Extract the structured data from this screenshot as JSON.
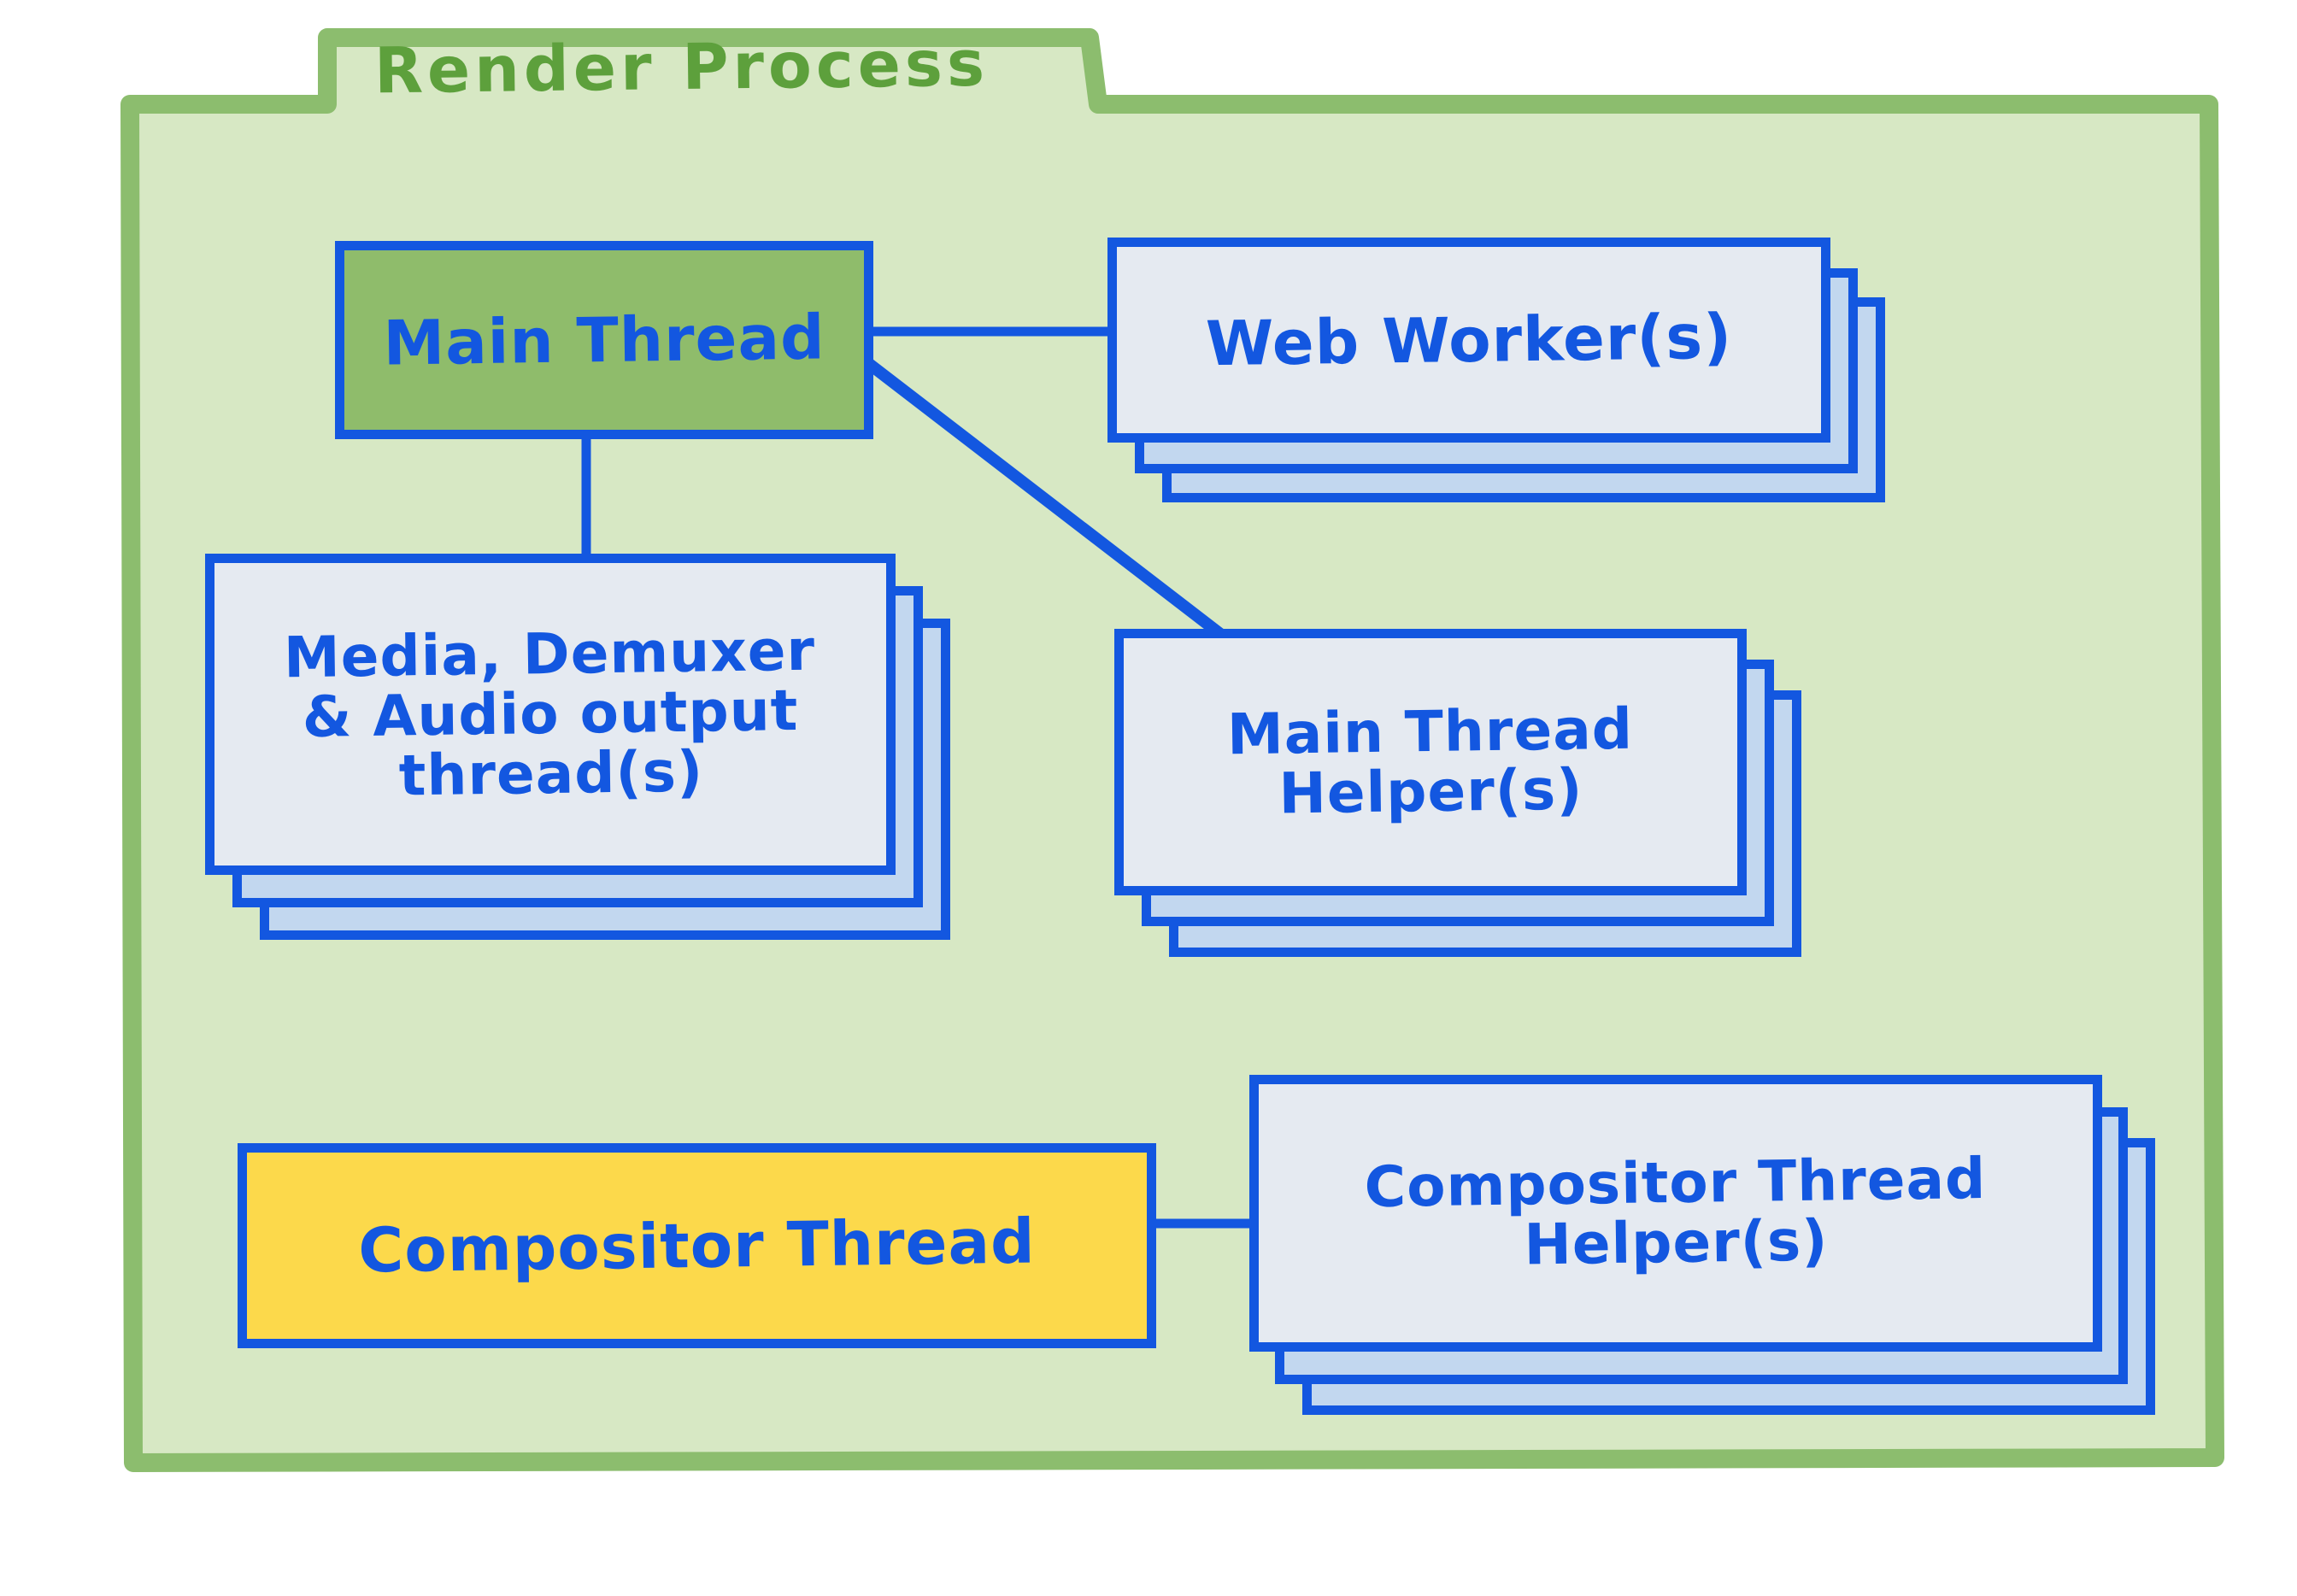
{
  "diagram": {
    "title": "Render Process",
    "colors": {
      "frame_border": "#8cbd6e",
      "frame_fill": "#d7e8c4",
      "node_border": "#1357e0",
      "node_fill": "#e5eaf1",
      "stack_fill": "#c2d7ef",
      "main_thread_fill": "#8fbc6b",
      "compositor_fill": "#fcd94b",
      "title_color": "#5da03c",
      "label_color": "#1357e0"
    },
    "nodes": [
      {
        "id": "main-thread",
        "label": "Main Thread",
        "lines": [
          "Main Thread"
        ],
        "fill": "#8fbc6b",
        "stacked": false,
        "stack_count": 1
      },
      {
        "id": "web-workers",
        "label": "Web Worker(s)",
        "lines": [
          "Web Worker(s)"
        ],
        "fill": "#e5eaf1",
        "stacked": true,
        "stack_count": 3
      },
      {
        "id": "media-demuxer-audio",
        "label": "Media, Demuxer & Audio output thread(s)",
        "lines": [
          "Media, Demuxer",
          "& Audio output",
          "thread(s)"
        ],
        "fill": "#e5eaf1",
        "stacked": true,
        "stack_count": 3
      },
      {
        "id": "main-thread-helpers",
        "label": "Main Thread Helper(s)",
        "lines": [
          "Main Thread",
          "Helper(s)"
        ],
        "fill": "#e5eaf1",
        "stacked": true,
        "stack_count": 3
      },
      {
        "id": "compositor-thread",
        "label": "Compositor Thread",
        "lines": [
          "Compositor Thread"
        ],
        "fill": "#fcd94b",
        "stacked": false,
        "stack_count": 1
      },
      {
        "id": "compositor-thread-helpers",
        "label": "Compositor Thread Helper(s)",
        "lines": [
          "Compositor Thread",
          "Helper(s)"
        ],
        "fill": "#e5eaf1",
        "stacked": true,
        "stack_count": 3
      }
    ],
    "edges": [
      {
        "from": "main-thread",
        "to": "web-workers",
        "style": "horizontal"
      },
      {
        "from": "main-thread",
        "to": "media-demuxer-audio",
        "style": "vertical"
      },
      {
        "from": "main-thread",
        "to": "main-thread-helpers",
        "style": "diagonal"
      },
      {
        "from": "compositor-thread",
        "to": "compositor-thread-helpers",
        "style": "horizontal"
      }
    ]
  }
}
